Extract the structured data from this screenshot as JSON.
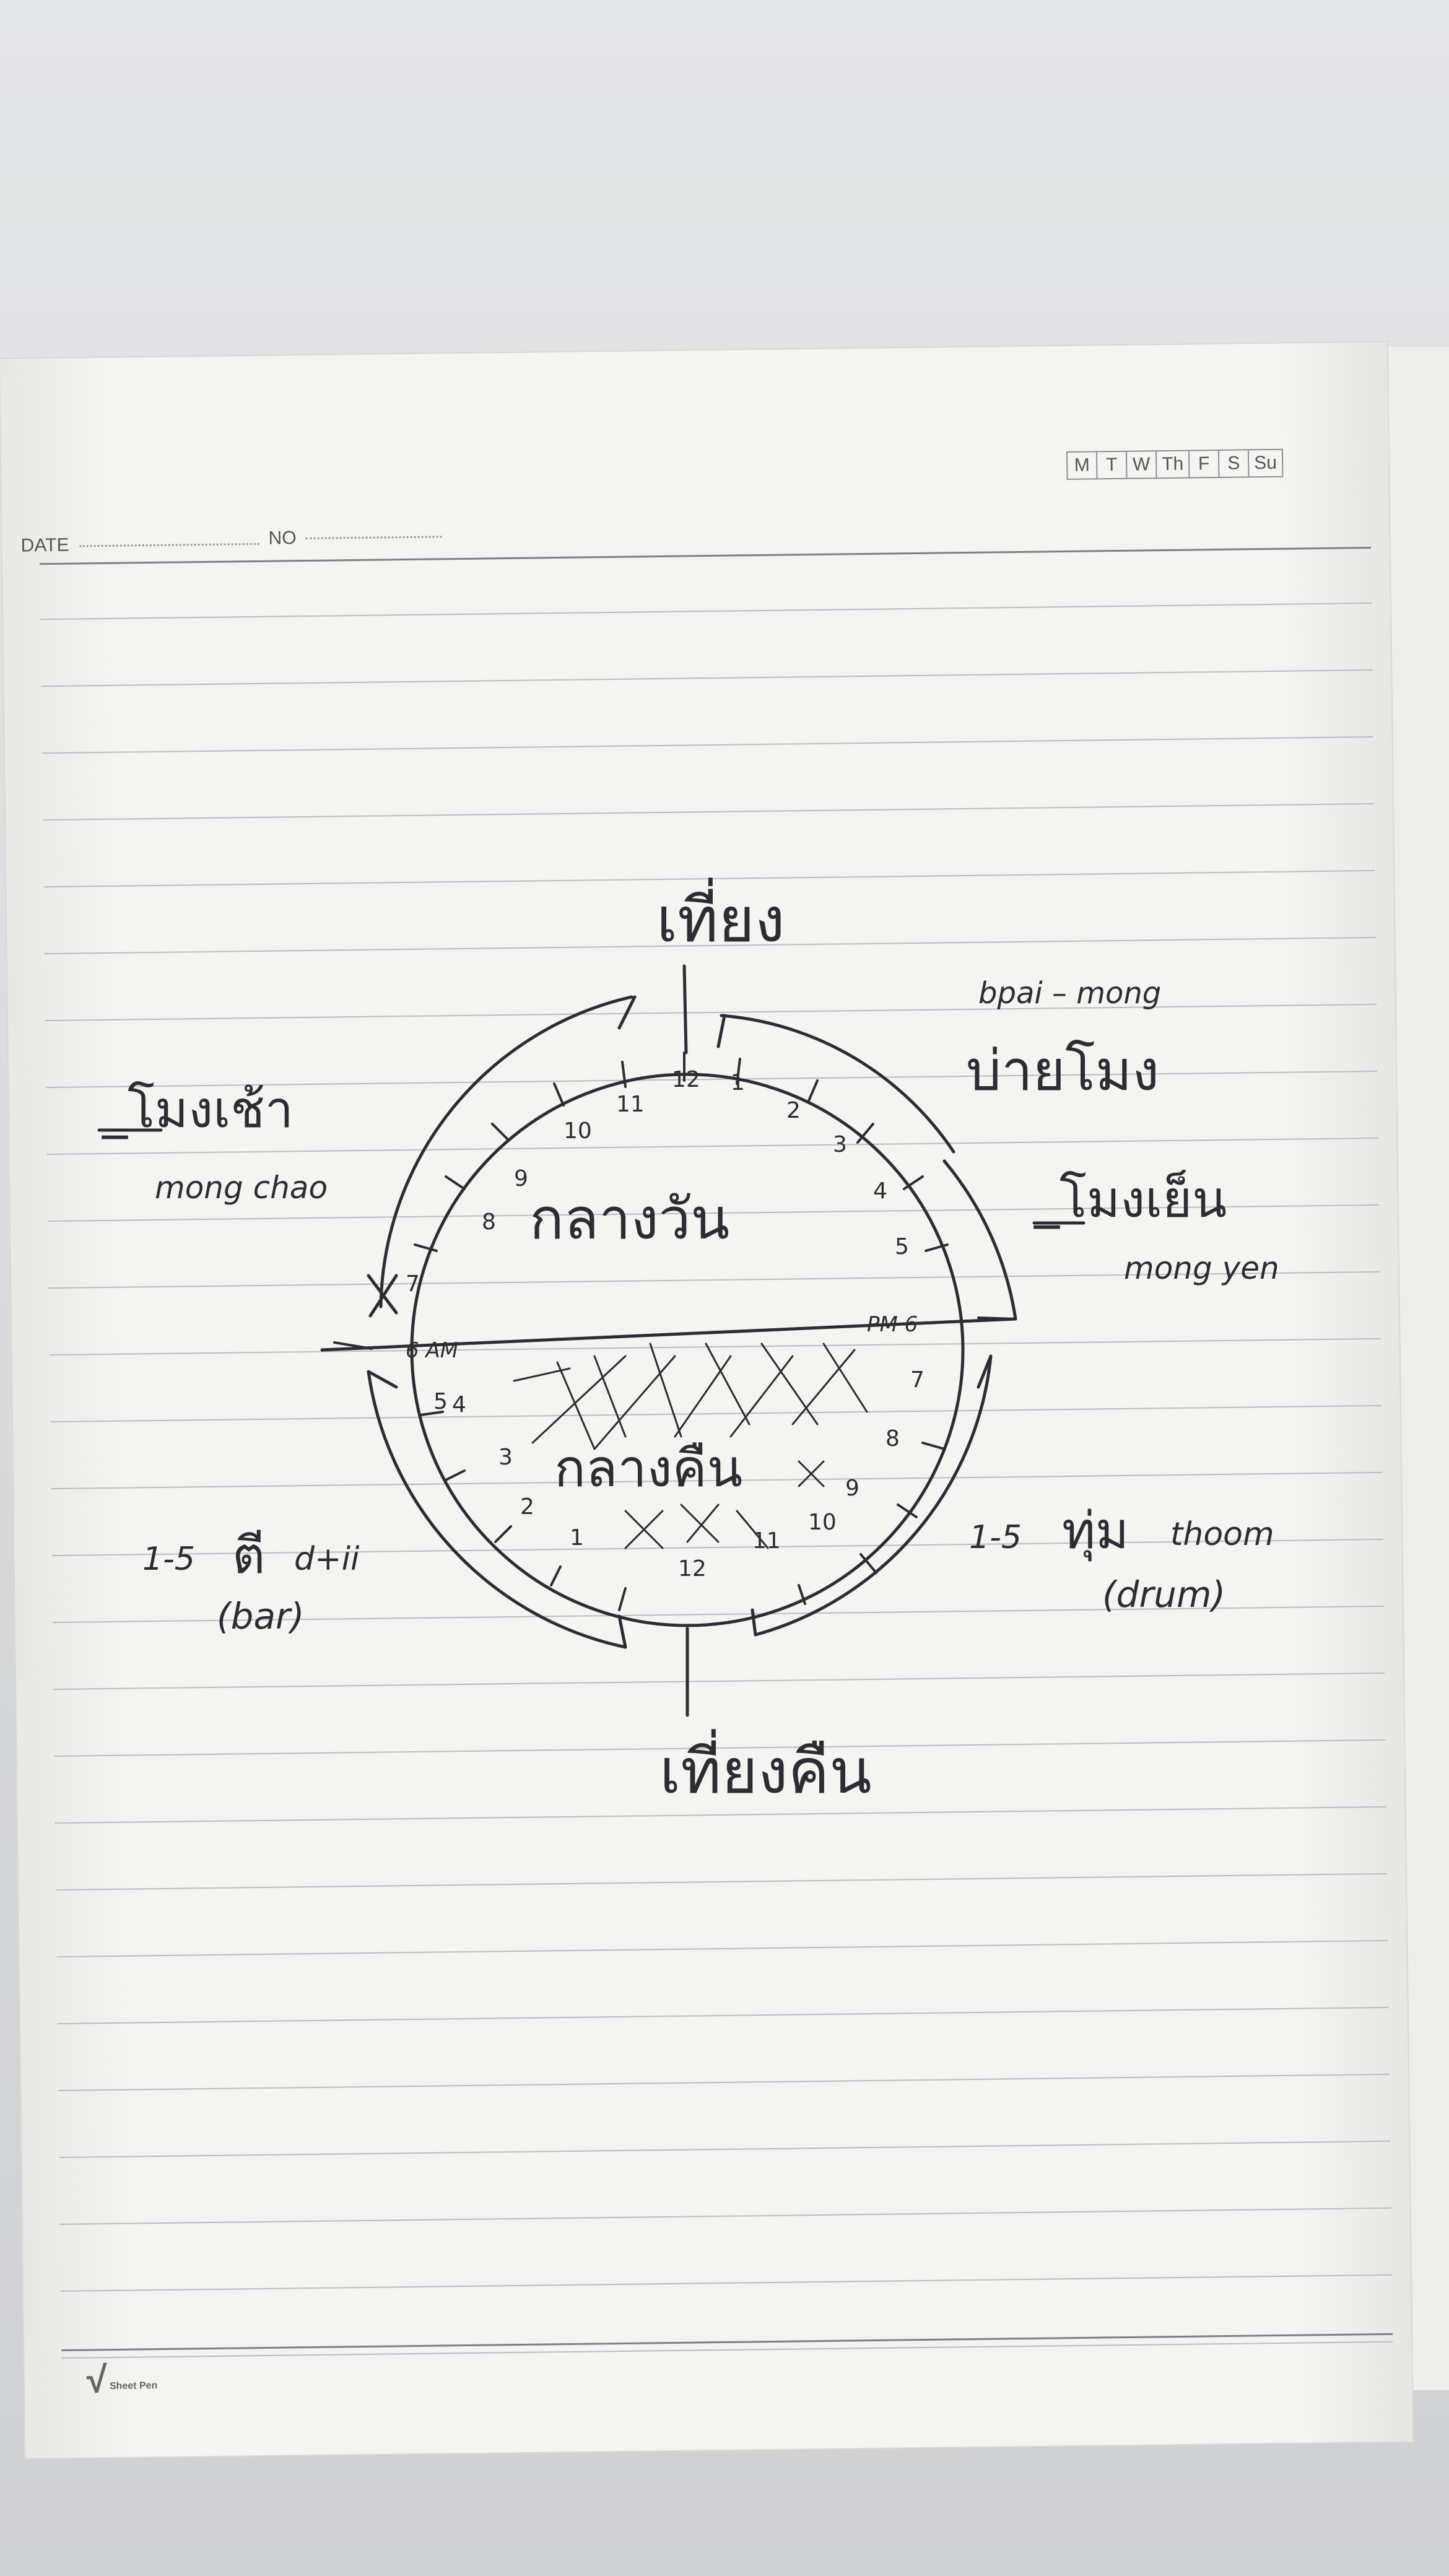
{
  "notebook_header": {
    "date_label": "DATE",
    "no_label": "NO",
    "days": [
      "M",
      "T",
      "W",
      "Th",
      "F",
      "S",
      "Su"
    ],
    "brand_mark": "Sheet Pen"
  },
  "clock_diagram": {
    "top_label": "เที่ยง",
    "bottom_label": "เที่ยงคืน",
    "day_half_label": "กลางวัน",
    "night_half_label": "กลางคืน",
    "left_marker": "6 AM",
    "right_marker": "PM 6",
    "day_hours": [
      "7",
      "8",
      "9",
      "10",
      "11",
      "12",
      "1",
      "2",
      "3",
      "4",
      "5"
    ],
    "night_hours": [
      "7",
      "8",
      "9",
      "10",
      "11",
      "12",
      "1",
      "2",
      "3",
      "4",
      "5"
    ]
  },
  "annotations": {
    "morning_thai": "_โมงเช้า",
    "morning_roman": "mong chao",
    "afternoon_roman": "bpai – mong",
    "afternoon_thai": "บ่ายโมง",
    "evening_thai": "_โมงเย็น",
    "evening_roman": "mong yen",
    "late_night_range": "1-5",
    "late_night_thai": "ตี",
    "late_night_roman": "d+ii",
    "late_night_gloss": "(bar)",
    "night_range": "1-5",
    "night_thai": "ทุ่ม",
    "night_roman": "thoom",
    "night_gloss": "(drum)"
  },
  "colors": {
    "ink": "#2b2d33",
    "paper": "#f4f4f1",
    "rule": "#b9bcc4"
  }
}
